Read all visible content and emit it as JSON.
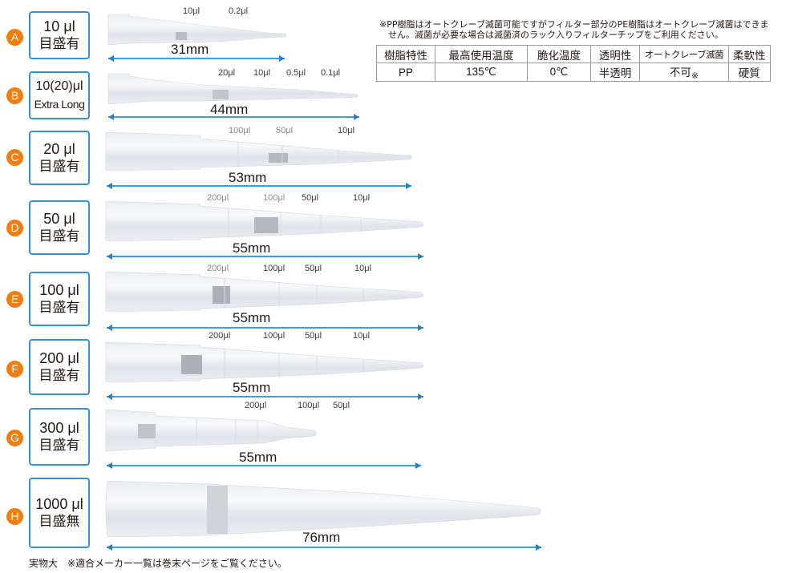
{
  "note": {
    "line1": "※PP樹脂はオートクレーブ滅菌可能ですがフィルター部分のPE樹脂はオートクレーブ滅菌はできま",
    "line2": "　せん。滅菌が必要な場合は滅菌済のラック入りフィルターチップをご利用ください。"
  },
  "spec_table": {
    "headers": [
      "樹脂特性",
      "最高使用温度",
      "脆化温度",
      "透明性",
      "オートクレーブ滅菌",
      "柔軟性"
    ],
    "values": [
      "PP",
      "135℃",
      "0℃",
      "半透明",
      "不可",
      "硬質"
    ],
    "autoclave_mark": "※"
  },
  "tips": [
    {
      "letter": "A",
      "volume": "10 μl",
      "sub": "目盛有",
      "length": "31mm",
      "graduations": [
        "10μl",
        "0.2μl"
      ]
    },
    {
      "letter": "B",
      "volume": "10(20)μl",
      "sub": "Extra Long",
      "length": "44mm",
      "graduations": [
        "20μl",
        "10μl",
        "0.5μl",
        "0.1μl"
      ]
    },
    {
      "letter": "C",
      "volume": "20 μl",
      "sub": "目盛有",
      "length": "53mm",
      "graduations": [
        "100μl",
        "50μl",
        "10μl"
      ]
    },
    {
      "letter": "D",
      "volume": "50 μl",
      "sub": "目盛有",
      "length": "55mm",
      "graduations": [
        "200μl",
        "100μl",
        "50μl",
        "10μl"
      ]
    },
    {
      "letter": "E",
      "volume": "100 μl",
      "sub": "目盛有",
      "length": "55mm",
      "graduations": [
        "200μl",
        "100μl",
        "50μl",
        "10μl"
      ]
    },
    {
      "letter": "F",
      "volume": "200 μl",
      "sub": "目盛有",
      "length": "55mm",
      "graduations": [
        "200μl",
        "100μl",
        "50μl",
        "10μl"
      ]
    },
    {
      "letter": "G",
      "volume": "300 μl",
      "sub": "目盛有",
      "length": "55mm",
      "graduations": [
        "200μl",
        "100μl",
        "50μl"
      ]
    },
    {
      "letter": "H",
      "volume": "1000 μl",
      "sub": "目盛無",
      "length": "76mm",
      "graduations": []
    }
  ],
  "footer": "実物大　※適合メーカー一覧は巻末ページをご覧ください。",
  "colors": {
    "badge": "#ee7d12",
    "label_border": "#3a8fd0",
    "measure_line": "#3aa0dc"
  }
}
